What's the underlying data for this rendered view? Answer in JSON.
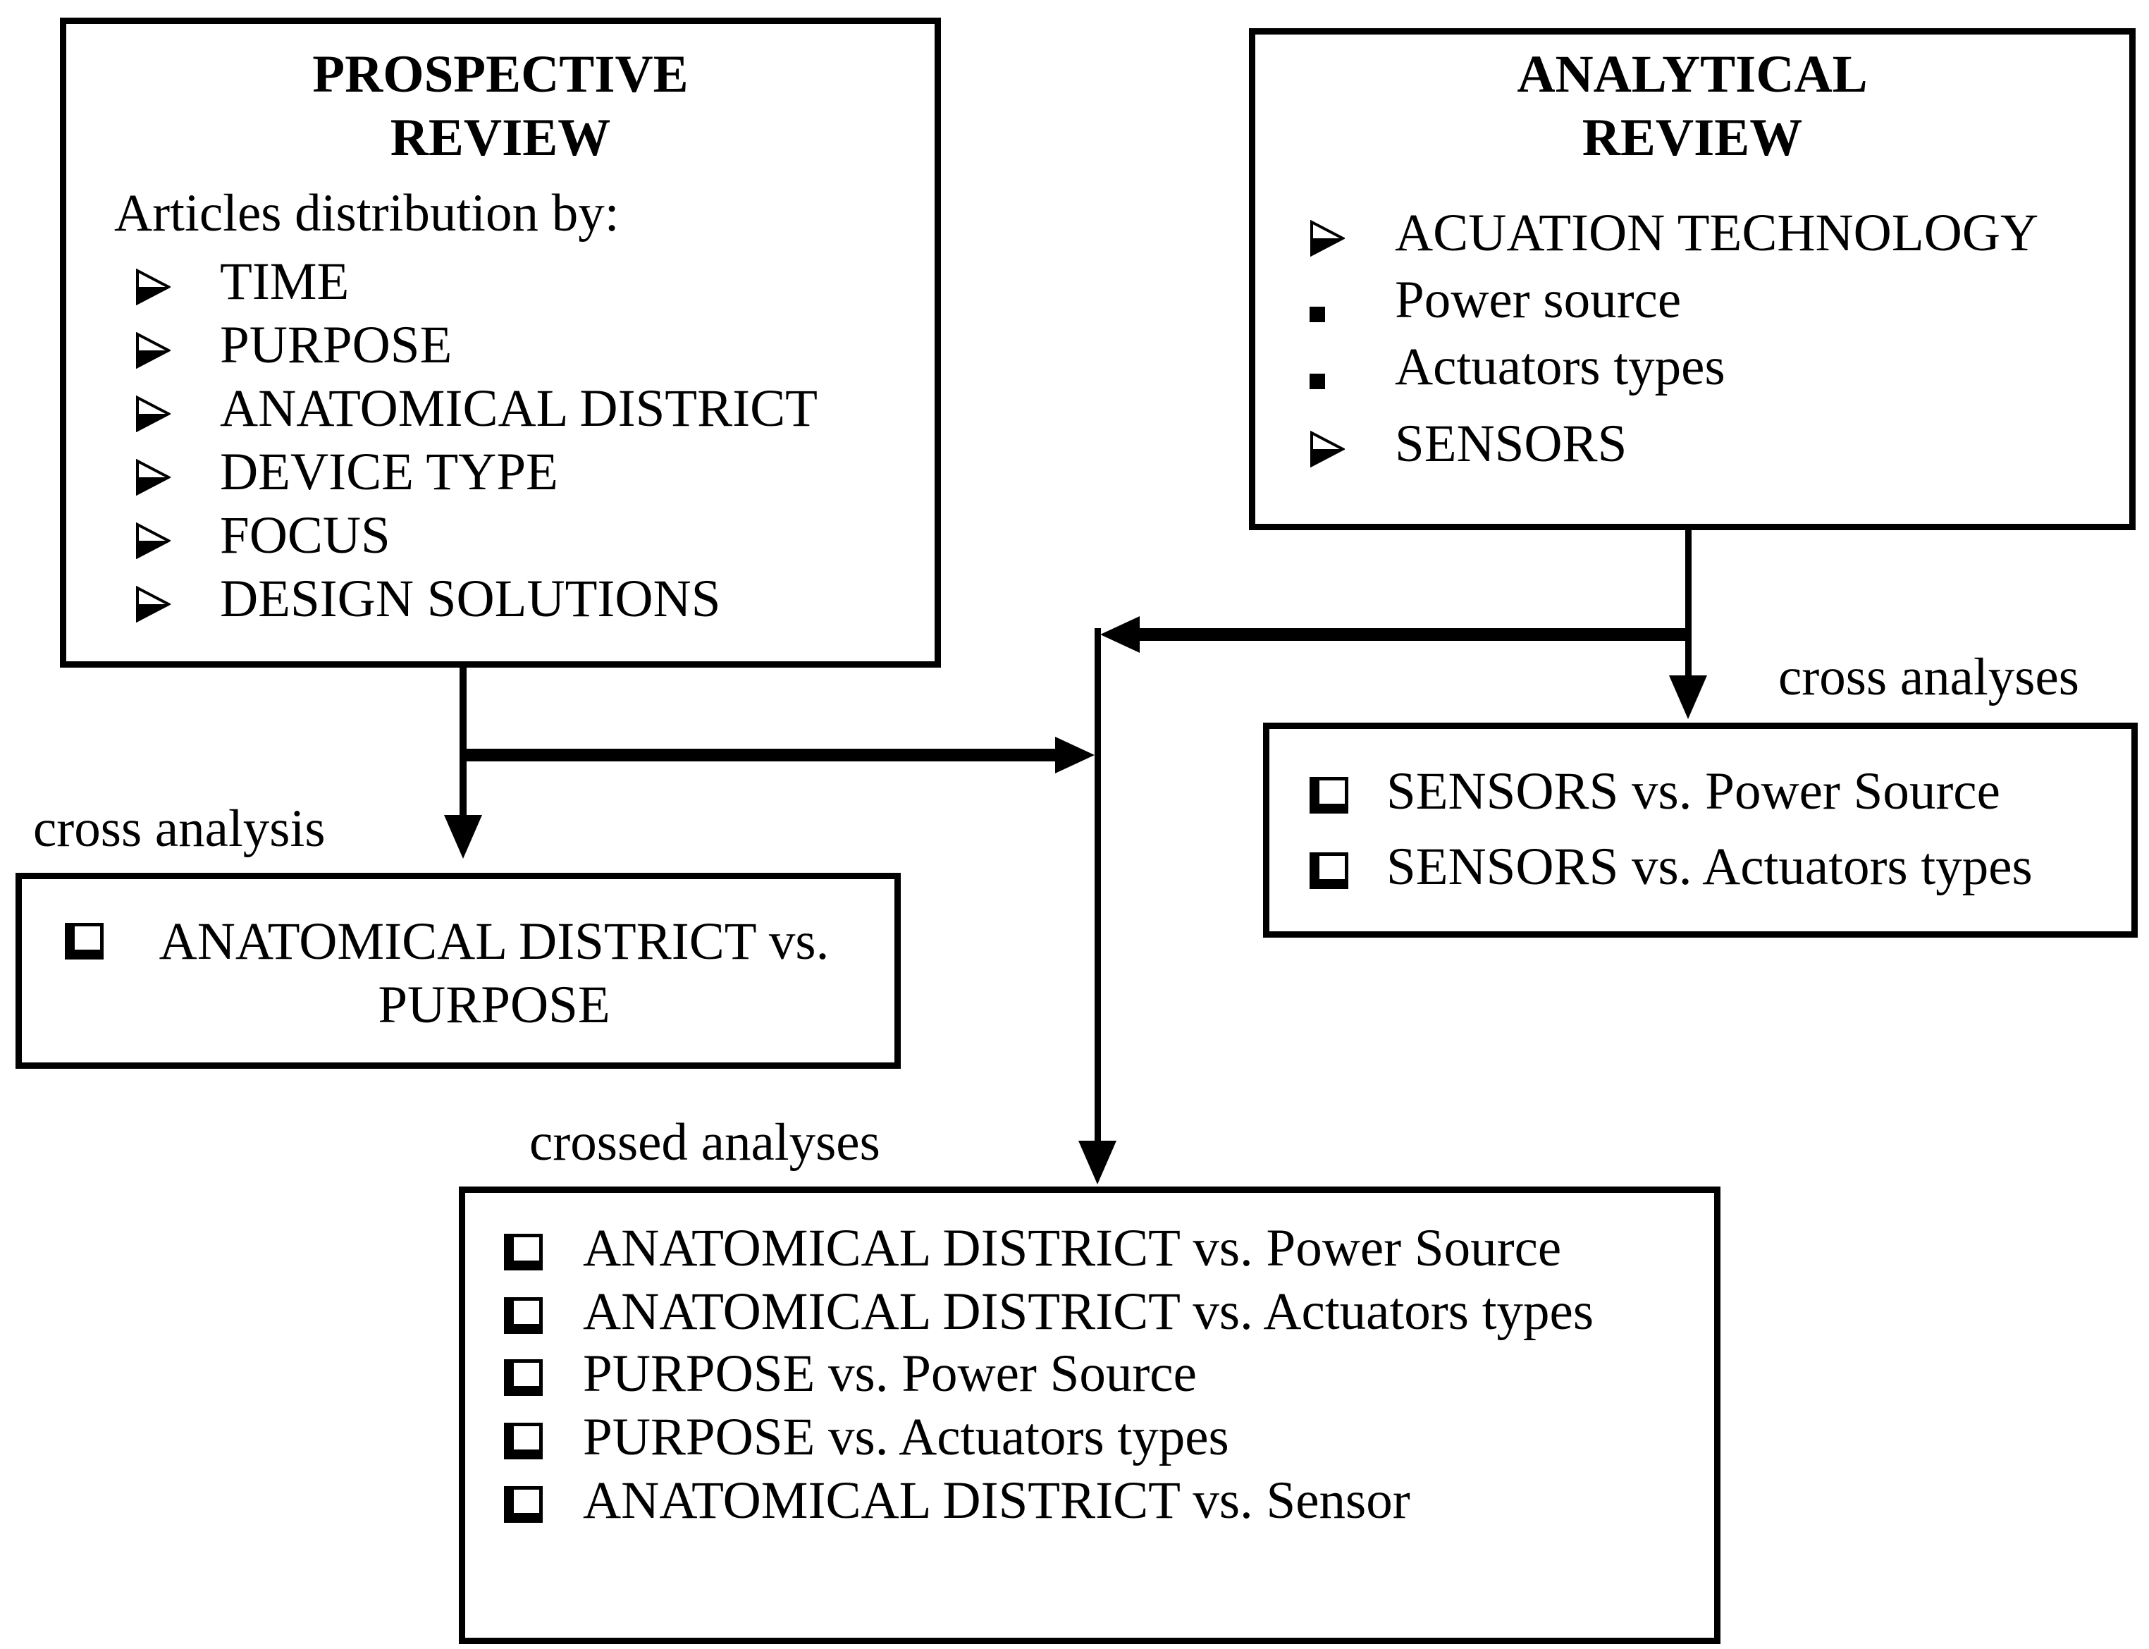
{
  "colors": {
    "ink": "#000000",
    "paper": "#ffffff"
  },
  "icons": {
    "arrow_bullet": "3d-right-arrowhead",
    "square_bullet": "small-black-square",
    "checkbox_bullet": "shadowed-white-square"
  },
  "boxes": {
    "prospective": {
      "title": "PROSPECTIVE\nREVIEW",
      "intro": "Articles distribution by:",
      "items": [
        "TIME",
        "PURPOSE",
        "ANATOMICAL DISTRICT",
        "DEVICE TYPE",
        "FOCUS",
        "DESIGN SOLUTIONS"
      ]
    },
    "analytical": {
      "title": "ANALYTICAL\nREVIEW",
      "items": [
        "ACUATION TECHNOLOGY",
        "Power source",
        "Actuators types",
        "SENSORS"
      ]
    },
    "sensors_cross": {
      "label": "cross analyses",
      "items": [
        "SENSORS vs. Power Source",
        "SENSORS vs. Actuators types"
      ]
    },
    "anatomical_cross": {
      "label": "cross analysis",
      "item": "ANATOMICAL DISTRICT vs.\nPURPOSE"
    },
    "crossed": {
      "label": "crossed analyses",
      "items": [
        "ANATOMICAL DISTRICT vs. Power Source",
        "ANATOMICAL DISTRICT vs. Actuators types",
        "PURPOSE vs. Power Source",
        "PURPOSE vs. Actuators types",
        "ANATOMICAL DISTRICT vs. Sensor"
      ]
    }
  }
}
